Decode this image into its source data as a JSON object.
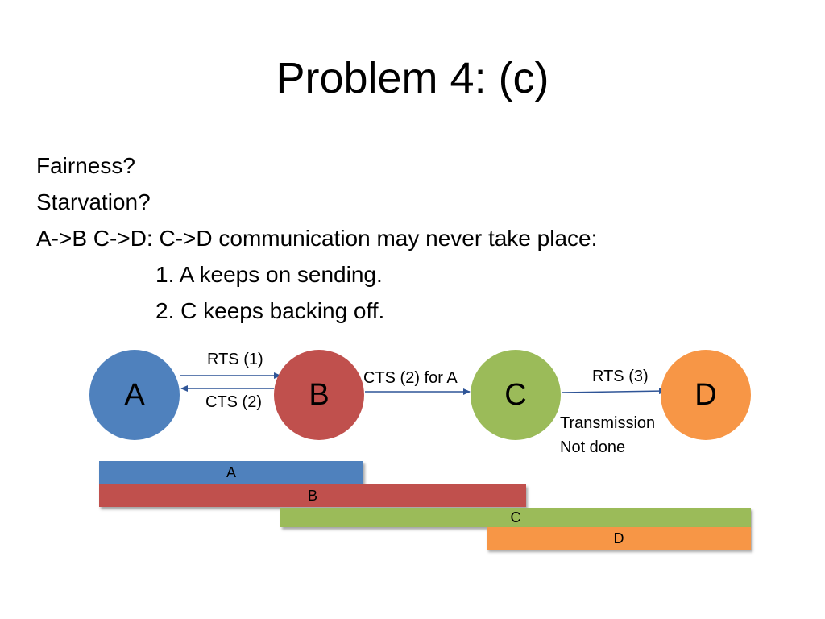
{
  "slide": {
    "title": "Problem 4: (c)",
    "lines": [
      "Fairness?",
      "Starvation?",
      "A->B C->D: C->D communication may never take place:",
      "1. A keeps on sending.",
      "2. C keeps backing off."
    ]
  },
  "diagram": {
    "nodes": [
      {
        "label": "A",
        "color": "#4F81BD"
      },
      {
        "label": "B",
        "color": "#C0504D"
      },
      {
        "label": "C",
        "color": "#9BBB59"
      },
      {
        "label": "D",
        "color": "#F79646"
      }
    ],
    "edges": {
      "rts1": "RTS (1)",
      "cts2": "CTS (2)",
      "cts2_for_a": "CTS (2) for A",
      "rts3": "RTS (3)"
    },
    "note": [
      "Transmission",
      "Not done"
    ],
    "arrow_color": "#2F5597"
  },
  "timeline": [
    {
      "label": "A",
      "color": "#4F81BD"
    },
    {
      "label": "B",
      "color": "#C0504D"
    },
    {
      "label": "C",
      "color": "#9BBB59"
    },
    {
      "label": "D",
      "color": "#F79646"
    }
  ]
}
